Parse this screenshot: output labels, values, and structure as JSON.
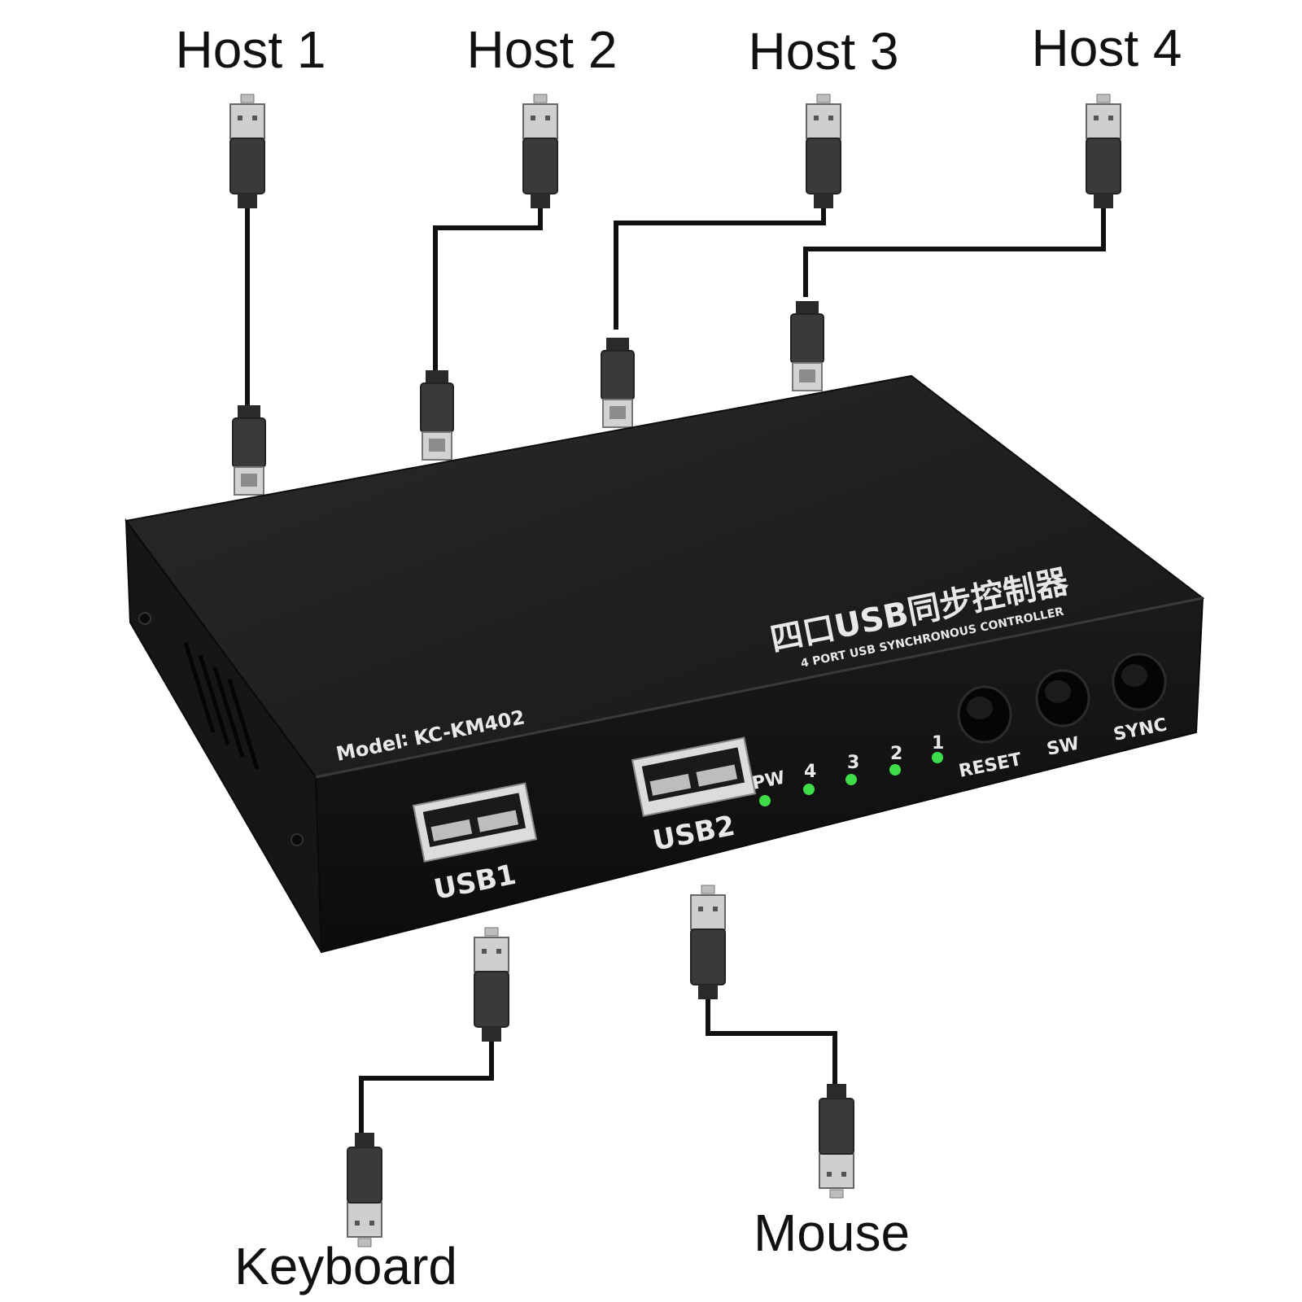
{
  "labels": {
    "host1": "Host 1",
    "host2": "Host 2",
    "host3": "Host 3",
    "host4": "Host 4",
    "keyboard": "Keyboard",
    "mouse": "Mouse"
  },
  "device": {
    "model_line": "Model∶ KC-KM402",
    "brand_cn": "四口USB同步控制器",
    "brand_en": "4 PORT  USB  SYNCHRONOUS  CONTROLLER",
    "port1": "USB1",
    "port2": "USB2",
    "leds": [
      "PW",
      "4",
      "3",
      "2",
      "1"
    ],
    "buttons": [
      "RESET",
      "SW",
      "SYNC"
    ]
  },
  "colors": {
    "device_body": "#1b1b1b",
    "device_top": "#202020",
    "led": "#3fdc4a",
    "cable": "#111111"
  }
}
